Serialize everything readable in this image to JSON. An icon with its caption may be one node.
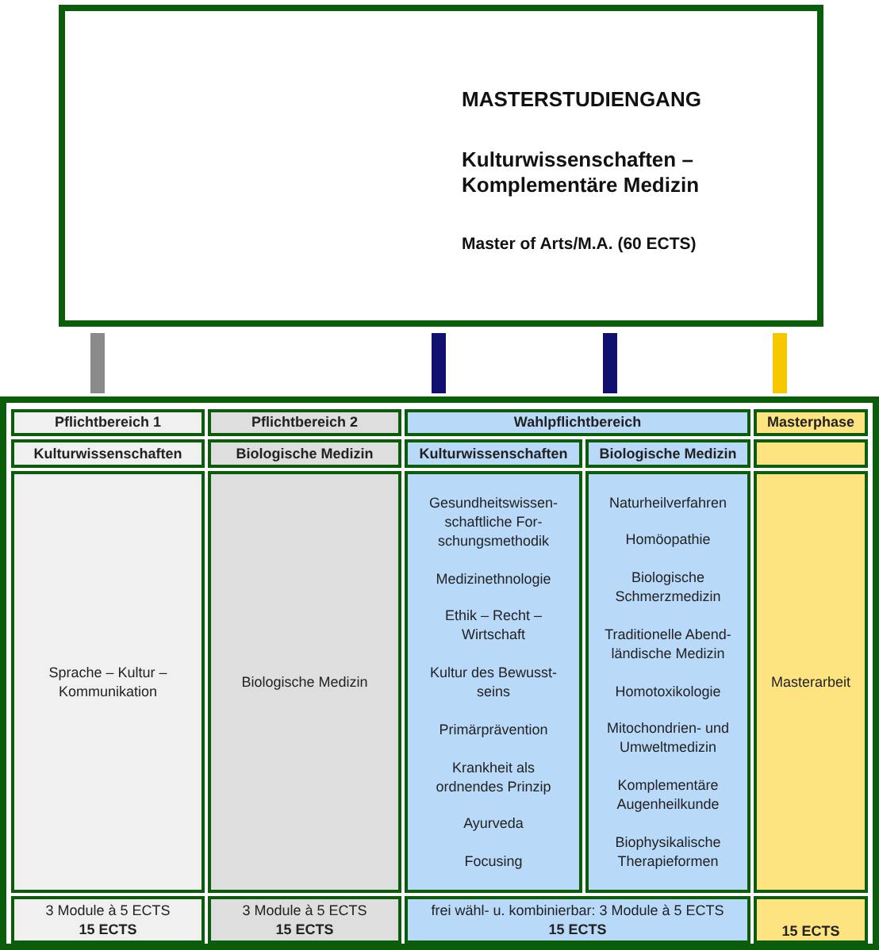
{
  "diagram": {
    "nodes": [
      {
        "text": [
          "MASTERSTUDIENGANG",
          "Kulturwissenschaften – Komplementäre Medizin",
          "Master of Arts/M.A. (60 ECTS)"
        ]
      },
      {
        "text": [],
        "shape": "box"
      },
      {
        "text": [
          "Pflichtbereich 1"
        ],
        "in": 1
      },
      {
        "text": [
          "Pflichtbereich 2"
        ],
        "in": 1
      },
      {
        "text": [
          "Wahlpflichtbereich"
        ],
        "in": 1
      },
      {
        "text": [
          "Masterphase"
        ],
        "in": 1
      },
      {
        "text": [
          "Kulturwissenschaften"
        ],
        "in": 1
      },
      {
        "text": [
          "Biologische Medizin"
        ],
        "in": 1
      },
      {
        "text": [
          "Kulturwissenschaften"
        ],
        "in": 1
      },
      {
        "text": [
          "Biologische Medizin"
        ],
        "in": 1
      },
      {
        "text": [],
        "shape": "box",
        "in": 1
      },
      {
        "text": [
          "Sprache – Kultur – Kommunikation"
        ],
        "in": 1
      },
      {
        "text": [
          "Biologische Medizin"
        ],
        "in": 1
      },
      {
        "text": [
          "Gesundheitswissen- schaftliche For- schungsmethodik",
          "Medizinethnologie",
          "Ethik – Recht – Wirtschaft",
          "Kultur des Bewusst- seins",
          "Primärprävention",
          "Krankheit als ordnendes Prinzip",
          "Ayurveda",
          "Focusing"
        ],
        "in": 1
      },
      {
        "text": [
          "Naturheilverfahren",
          "Homöopathie",
          "Biologische Schmerzmedizin",
          "Traditionelle Abend- ländische Medizin",
          "Homotoxikologie",
          "Mitochondrien- und Umweltmedizin",
          "Komplementäre Augenheilkunde",
          "Biophysikalische Therapieformen"
        ],
        "in": 1
      },
      {
        "text": [
          "Masterarbeit"
        ],
        "in": 1
      },
      {
        "text": [
          "3 Module à 5 ECTS",
          "15 ECTS"
        ],
        "in": 1
      },
      {
        "text": [
          "3 Module à 5 ECTS",
          "15 ECTS"
        ],
        "in": 1
      },
      {
        "text": [
          "frei wähl- u. kombinierbar: 3 Module à 5 ECTS",
          "15 ECTS"
        ],
        "in": 1
      },
      {
        "text": [
          "15 ECTS"
        ],
        "in": 1
      }
    ]
  }
}
